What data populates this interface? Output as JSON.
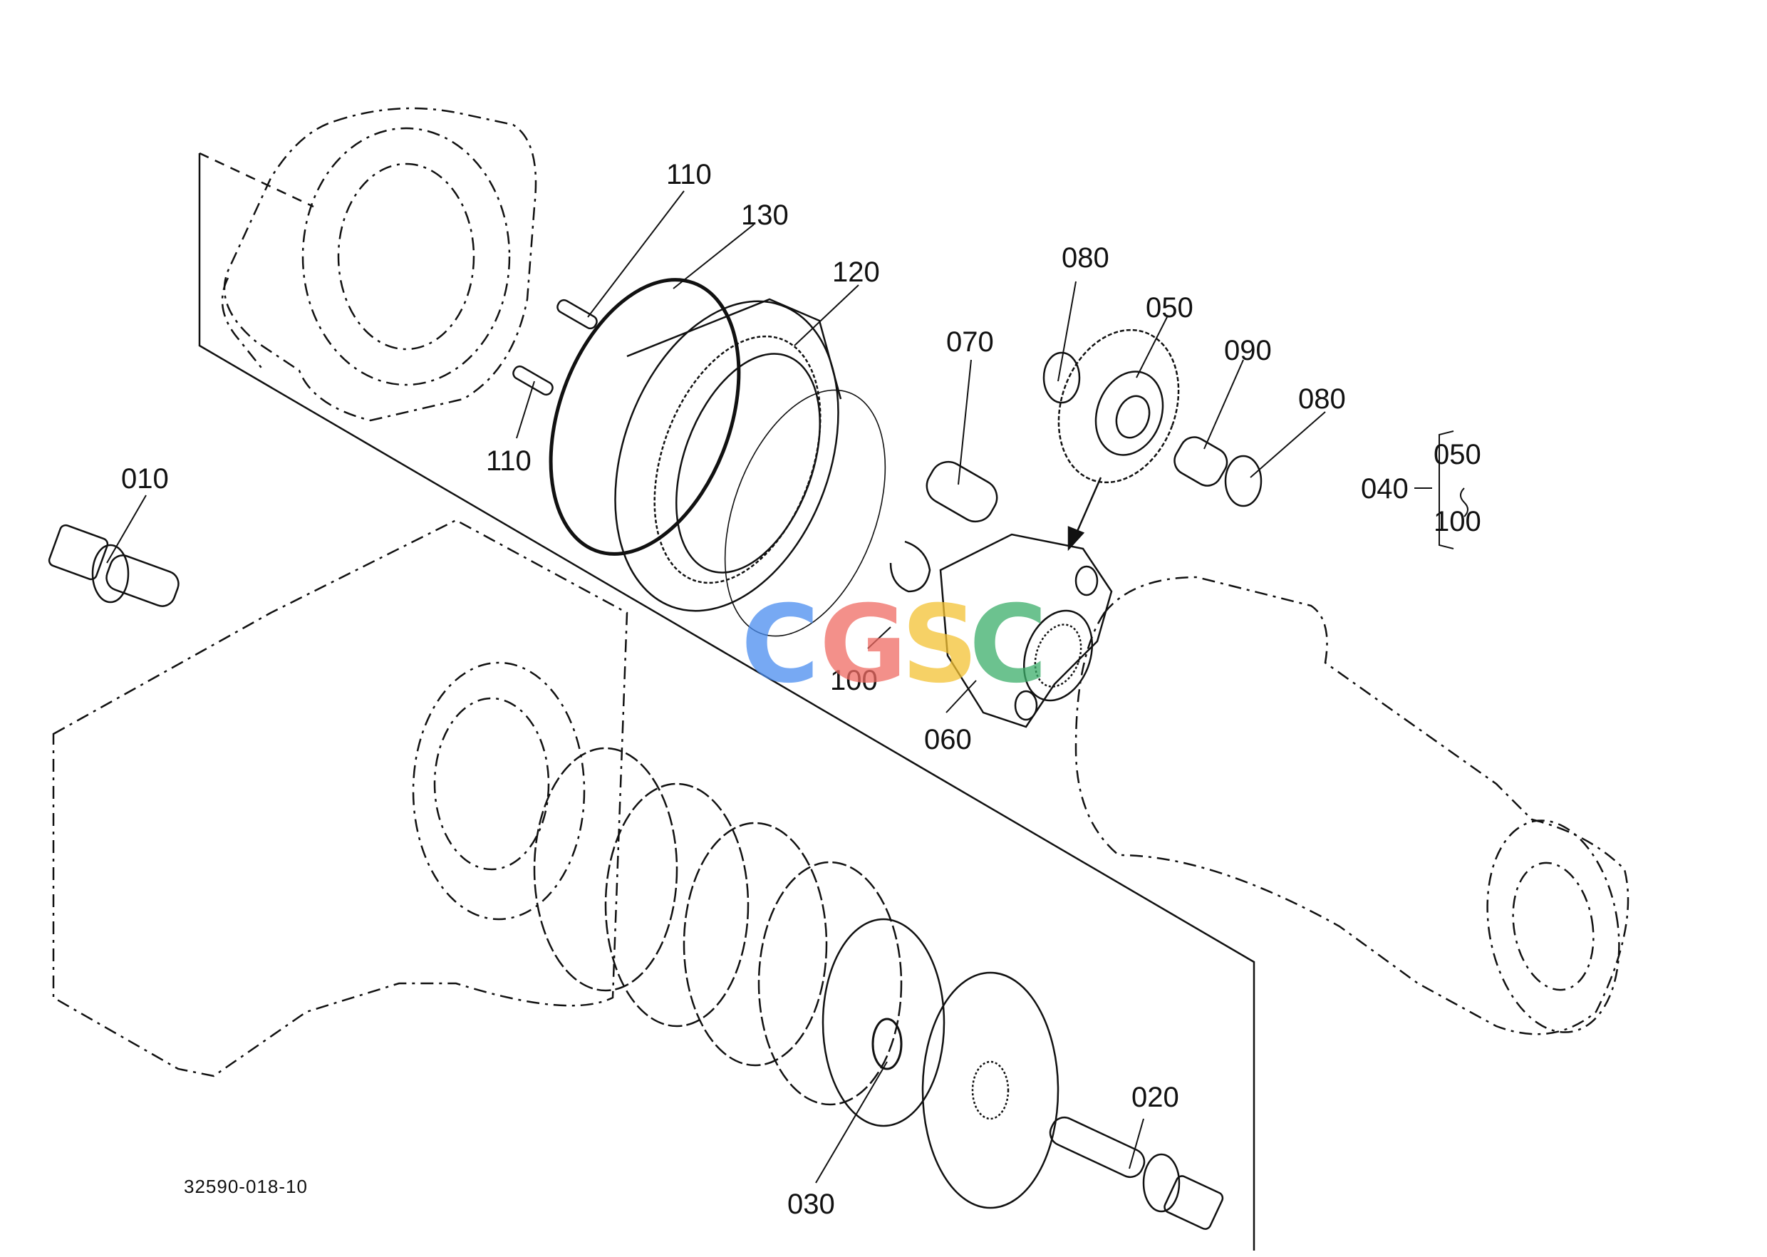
{
  "labels": {
    "p010": "010",
    "p020": "020",
    "p030": "030",
    "p040": "040",
    "p050": "050",
    "p050_group": "050",
    "p060": "060",
    "p070": "070",
    "p080_top": "080",
    "p080_right": "080",
    "p090": "090",
    "p100": "100",
    "p100_group": "100",
    "p110_top": "110",
    "p110_bottom": "110",
    "p120": "120",
    "p130": "130"
  },
  "drawing_number": "32590-018-10",
  "watermark": {
    "text": "CGSC",
    "colors": [
      "#4a8df0",
      "#ef6b63",
      "#f4c233",
      "#3cae6a"
    ]
  },
  "colors": {
    "line": "#111111",
    "background": "#ffffff"
  }
}
